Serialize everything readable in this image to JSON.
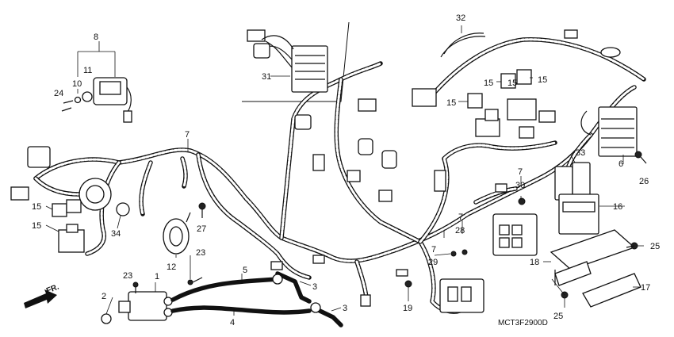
{
  "diagram": {
    "drawing_code": "MCT3F2900D",
    "direction_label": "FR.",
    "callouts": [
      "1",
      "2",
      "3",
      "3",
      "4",
      "5",
      "6",
      "7",
      "7",
      "7",
      "7",
      "8",
      "10",
      "11",
      "12",
      "15",
      "15",
      "15",
      "15",
      "15",
      "15",
      "16",
      "17",
      "18",
      "19",
      "23",
      "23",
      "24",
      "25",
      "25",
      "26",
      "27",
      "28",
      "29",
      "30",
      "31",
      "32",
      "33",
      "34"
    ]
  }
}
